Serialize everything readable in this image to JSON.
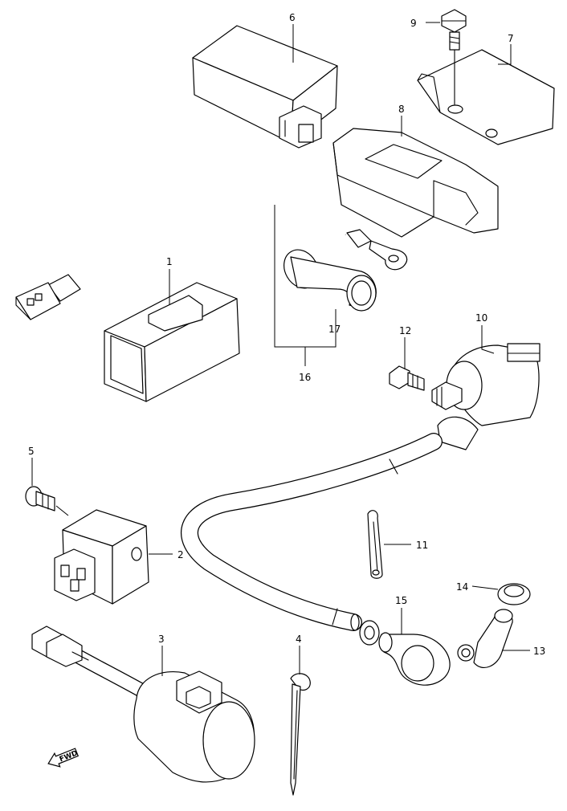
{
  "callouts": {
    "c1": "1",
    "c2": "2",
    "c3": "3",
    "c4": "4",
    "c5": "5",
    "c6": "6",
    "c7": "7",
    "c8": "8",
    "c9": "9",
    "c10": "10",
    "c11": "11",
    "c12": "12",
    "c13": "13",
    "c14": "14",
    "c15": "15",
    "c16": "16",
    "c17": "17"
  },
  "fwd_label": "FWD"
}
